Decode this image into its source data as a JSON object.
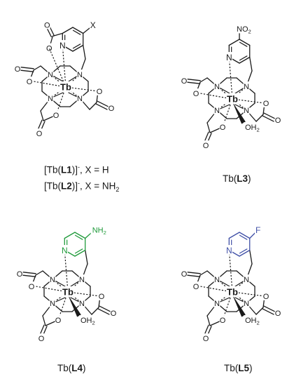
{
  "atoms": {
    "tb": "Tb",
    "n": "N",
    "o": "O",
    "f": "F",
    "oh2_main": "OH",
    "oh2_sub": "2",
    "no2_main": "NO",
    "no2_sub": "2",
    "nh2_main": "NH",
    "nh2_sub": "2",
    "x": "X"
  },
  "captions": {
    "c1": {
      "pre": "[Tb(",
      "ligand": "L1",
      "post": ")]",
      "sup": "-",
      "tail": ", X = H"
    },
    "c2": {
      "pre": "[Tb(",
      "ligand": "L2",
      "post": ")]",
      "sup": "-",
      "tail": ", X = NH",
      "sub": "2"
    },
    "c3": {
      "pre": "Tb(",
      "ligand": "L3",
      "post": ")"
    },
    "c4": {
      "pre": "Tb(",
      "ligand": "L4",
      "post": ")"
    },
    "c5": {
      "pre": "Tb(",
      "ligand": "L5",
      "post": ")"
    }
  },
  "colors": {
    "bond": "#1a1a1a",
    "amino_ring": "#1f9a3a",
    "fluoro_ring": "#3f4fa6"
  }
}
